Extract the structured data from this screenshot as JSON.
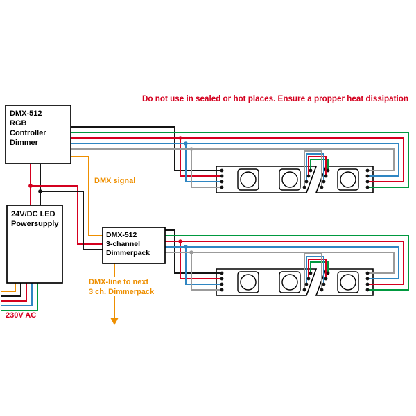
{
  "warning_text": "Do not use in sealed or hot places. Ensure a propper heat dissipation",
  "controller_box": {
    "line1": "DMX-512",
    "line2": "RGB",
    "line3": "Controller",
    "line4": "Dimmer"
  },
  "powersupply_box": {
    "line1": "24V/DC LED",
    "line2": "Powersupply"
  },
  "dimmerpack_box": {
    "line1": "DMX-512",
    "line2": "3-channel",
    "line3": "Dimmerpack"
  },
  "annotations": {
    "dmx_signal": "DMX signal",
    "dmx_line_next_line1": "DMX-line to next",
    "dmx_line_next_line2": "3 ch. Dimmerpack",
    "mains_voltage": "230V AC"
  },
  "colors": {
    "wire_black": "#141414",
    "wire_red": "#d4001f",
    "wire_green": "#00993f",
    "wire_blue": "#2f86c2",
    "wire_gray": "#9b9b9b",
    "wire_orange": "#ee8f00",
    "warning_red": "#d4001f",
    "label_orange": "#ee8f00"
  }
}
